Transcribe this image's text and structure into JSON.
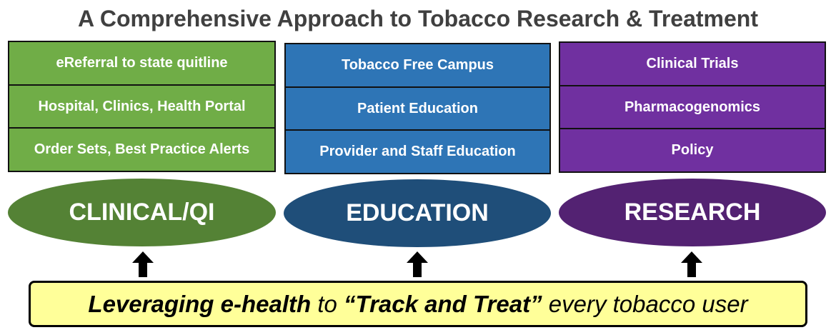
{
  "title": "A Comprehensive Approach to Tobacco Research & Treatment",
  "columns": [
    {
      "label": "CLINICAL/QI",
      "color": "#70AD47",
      "ellipse_color": "#548235",
      "items": [
        "eReferral to state quitline",
        "Hospital, Clinics, Health Portal",
        "Order Sets, Best Practice Alerts"
      ]
    },
    {
      "label": "EDUCATION",
      "color": "#2E75B6",
      "ellipse_color": "#1F4E79",
      "items": [
        "Tobacco Free Campus",
        "Patient Education",
        "Provider and Staff Education"
      ]
    },
    {
      "label": "RESEARCH",
      "color": "#7030A0",
      "ellipse_color": "#532272",
      "items": [
        "Clinical Trials",
        "Pharmacogenomics",
        "Policy"
      ]
    }
  ],
  "banner": {
    "part1": "Leveraging e-health",
    "part2": " to ",
    "part3": "“Track and Treat”",
    "part4": " every tobacco user"
  }
}
